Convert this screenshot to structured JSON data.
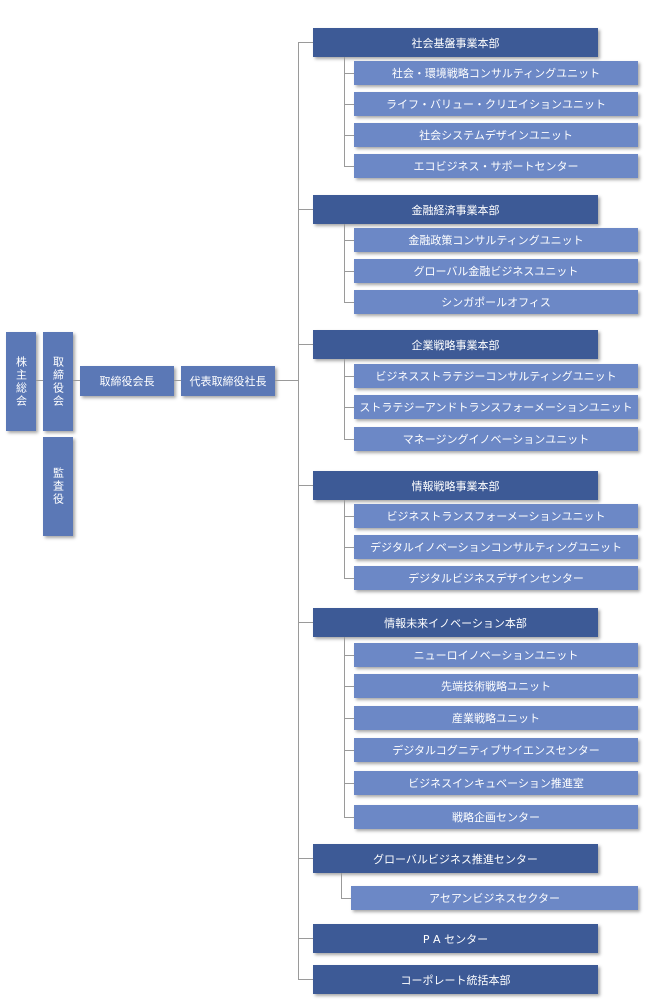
{
  "left": {
    "shareholders": "株主総会",
    "board": "取締役会",
    "auditor": "監査役",
    "chairman": "取締役会長",
    "president": "代表取締役社長"
  },
  "divisions": [
    {
      "name": "社会基盤事業本部",
      "units": [
        "社会・環境戦略コンサルティングユニット",
        "ライフ・バリュー・クリエイションユニット",
        "社会システムデザインユニット",
        "エコビジネス・サポートセンター"
      ]
    },
    {
      "name": "金融経済事業本部",
      "units": [
        "金融政策コンサルティングユニット",
        "グローバル金融ビジネスユニット",
        "シンガポールオフィス"
      ]
    },
    {
      "name": "企業戦略事業本部",
      "units": [
        "ビジネスストラテジーコンサルティングユニット",
        "ストラテジーアンドトランスフォーメーションユニット",
        "マネージングイノベーションユニット"
      ]
    },
    {
      "name": "情報戦略事業本部",
      "units": [
        "ビジネストランスフォーメーションユニット",
        "デジタルイノベーションコンサルティングユニット",
        "デジタルビジネスデザインセンター"
      ]
    },
    {
      "name": "情報未来イノベーション本部",
      "units": [
        "ニューロイノベーションユニット",
        "先端技術戦略ユニット",
        "産業戦略ユニット",
        "デジタルコグニティブサイエンスセンター",
        "ビジネスインキュベーション推進室",
        "戦略企画センター"
      ]
    },
    {
      "name": "グローバルビジネス推進センター",
      "units": [
        "アセアンビジネスセクター"
      ]
    },
    {
      "name": "P A センター",
      "units": []
    },
    {
      "name": "コーポレート統括本部",
      "units": []
    }
  ]
}
